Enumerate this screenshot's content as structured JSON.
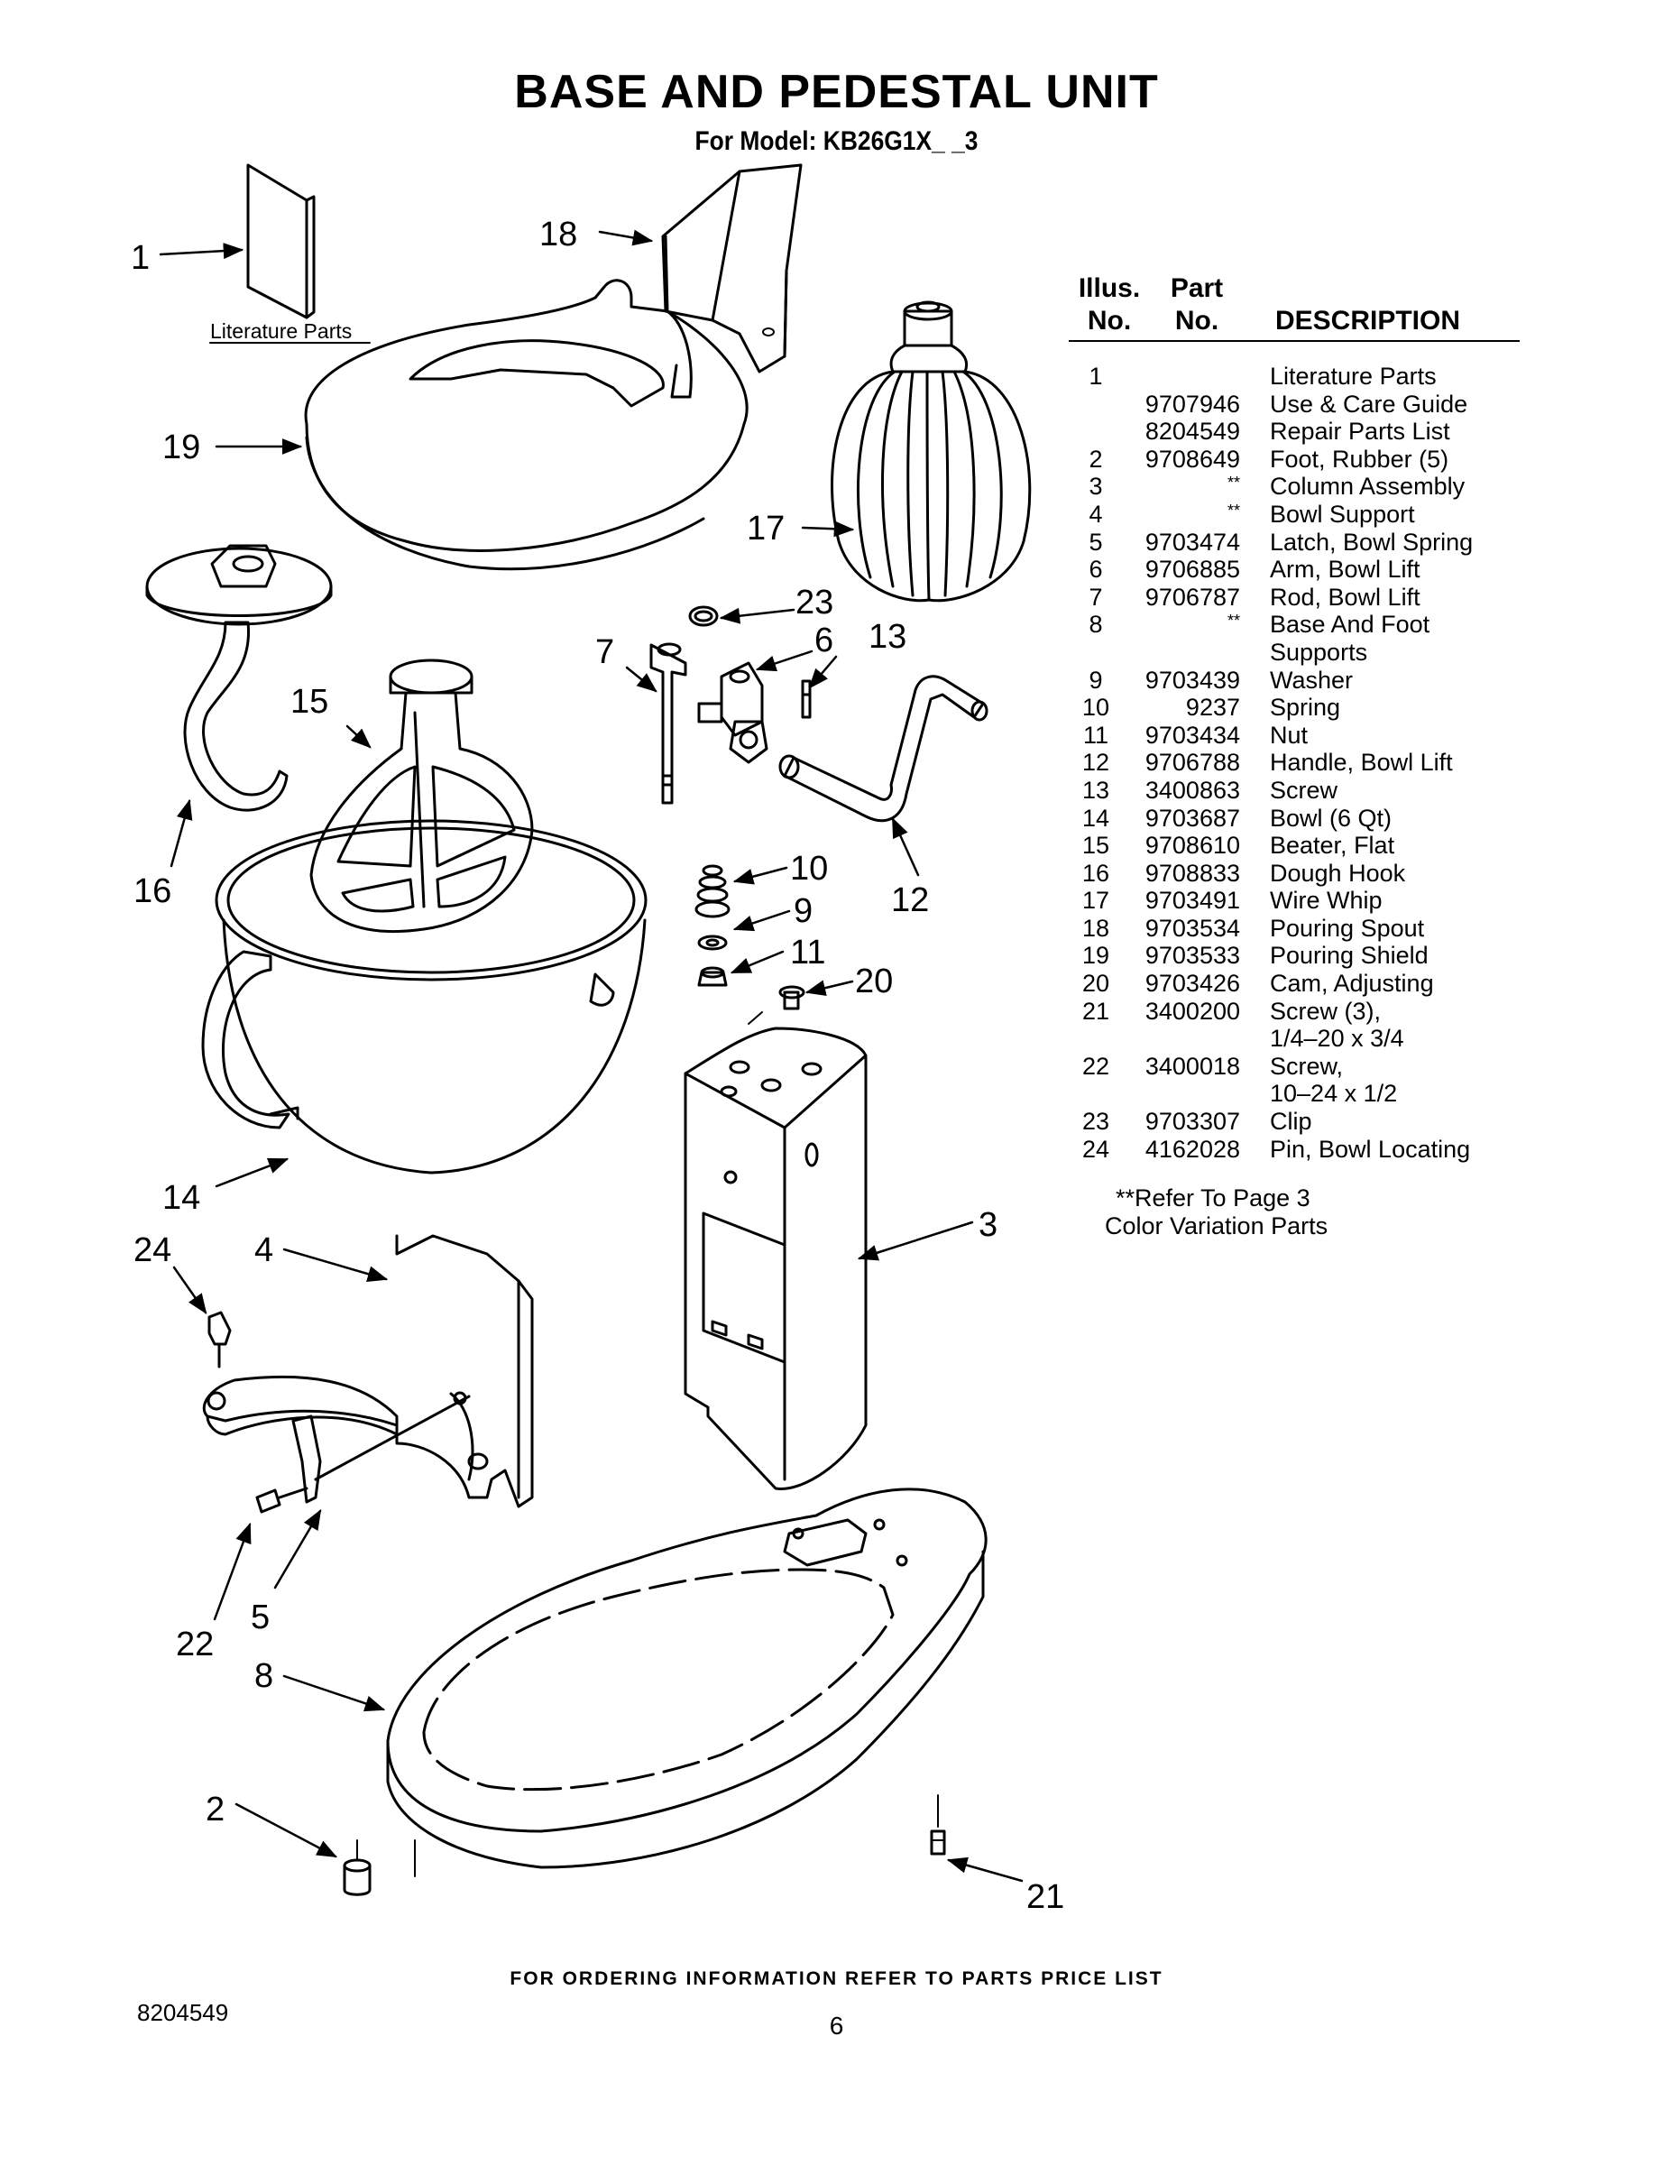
{
  "header": {
    "title": "BASE AND PEDESTAL UNIT",
    "subtitle": "For Model: KB26G1X_ _3"
  },
  "diagram": {
    "literature_label": "Literature Parts",
    "callouts": [
      "1",
      "2",
      "3",
      "4",
      "5",
      "6",
      "7",
      "8",
      "9",
      "10",
      "11",
      "12",
      "13",
      "14",
      "15",
      "16",
      "17",
      "18",
      "19",
      "20",
      "21",
      "22",
      "23",
      "24"
    ]
  },
  "table": {
    "header_illus_line1": "Illus.",
    "header_illus_line2": "No.",
    "header_part_line1": "Part",
    "header_part_line2": "No.",
    "header_desc": "DESCRIPTION",
    "rows": [
      {
        "illus": "1",
        "part": "",
        "desc": "Literature Parts"
      },
      {
        "illus": "",
        "part": "9707946",
        "desc": "Use & Care Guide"
      },
      {
        "illus": "",
        "part": "8204549",
        "desc": "Repair Parts List"
      },
      {
        "illus": "2",
        "part": "9708649",
        "desc": "Foot, Rubber (5)"
      },
      {
        "illus": "3",
        "part": "**",
        "desc": "Column Assembly"
      },
      {
        "illus": "4",
        "part": "**",
        "desc": "Bowl Support"
      },
      {
        "illus": "5",
        "part": "9703474",
        "desc": "Latch, Bowl Spring"
      },
      {
        "illus": "6",
        "part": "9706885",
        "desc": "Arm, Bowl Lift"
      },
      {
        "illus": "7",
        "part": "9706787",
        "desc": "Rod, Bowl Lift"
      },
      {
        "illus": "8",
        "part": "**",
        "desc": "Base And Foot"
      },
      {
        "illus": "",
        "part": "",
        "desc": "Supports"
      },
      {
        "illus": "9",
        "part": "9703439",
        "desc": "Washer"
      },
      {
        "illus": "10",
        "part": "9237",
        "desc": "Spring"
      },
      {
        "illus": "11",
        "part": "9703434",
        "desc": "Nut"
      },
      {
        "illus": "12",
        "part": "9706788",
        "desc": "Handle, Bowl Lift"
      },
      {
        "illus": "13",
        "part": "3400863",
        "desc": "Screw"
      },
      {
        "illus": "14",
        "part": "9703687",
        "desc": "Bowl (6 Qt)"
      },
      {
        "illus": "15",
        "part": "9708610",
        "desc": "Beater, Flat"
      },
      {
        "illus": "16",
        "part": "9708833",
        "desc": "Dough Hook"
      },
      {
        "illus": "17",
        "part": "9703491",
        "desc": "Wire Whip"
      },
      {
        "illus": "18",
        "part": "9703534",
        "desc": "Pouring Spout"
      },
      {
        "illus": "19",
        "part": "9703533",
        "desc": "Pouring Shield"
      },
      {
        "illus": "20",
        "part": "9703426",
        "desc": "Cam, Adjusting"
      },
      {
        "illus": "21",
        "part": "3400200",
        "desc": "Screw (3),"
      },
      {
        "illus": "",
        "part": "",
        "desc": "1/4–20 x 3/4"
      },
      {
        "illus": "22",
        "part": "3400018",
        "desc": "Screw,"
      },
      {
        "illus": "",
        "part": "",
        "desc": "10–24 x 1/2"
      },
      {
        "illus": "23",
        "part": "9703307",
        "desc": "Clip"
      },
      {
        "illus": "24",
        "part": "4162028",
        "desc": "Pin, Bowl Locating"
      }
    ],
    "footnote_line1": "**Refer To Page 3",
    "footnote_line2": "Color Variation Parts"
  },
  "footer": {
    "ordering_info": "FOR ORDERING INFORMATION REFER TO PARTS PRICE LIST",
    "doc_number": "8204549",
    "page_number": "6"
  }
}
